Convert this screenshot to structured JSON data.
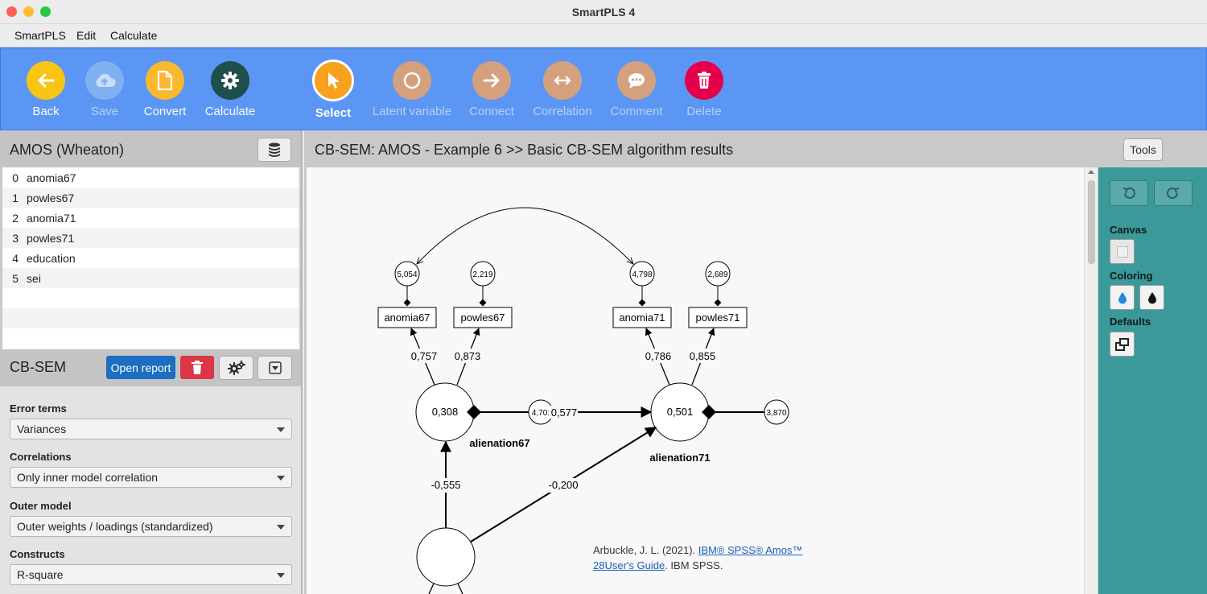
{
  "app": {
    "title": "SmartPLS 4"
  },
  "menu": [
    "SmartPLS",
    "Edit",
    "Calculate"
  ],
  "toolbar": {
    "back": "Back",
    "save": "Save",
    "convert": "Convert",
    "calculate": "Calculate",
    "select": "Select",
    "latent": "Latent variable",
    "connect": "Connect",
    "correlation": "Correlation",
    "comment": "Comment",
    "delete": "Delete"
  },
  "dataset": {
    "title": "AMOS (Wheaton)",
    "indicators": [
      {
        "num": "0",
        "name": "anomia67"
      },
      {
        "num": "1",
        "name": "powles67"
      },
      {
        "num": "2",
        "name": "anomia71"
      },
      {
        "num": "3",
        "name": "powles71"
      },
      {
        "num": "4",
        "name": "education"
      },
      {
        "num": "5",
        "name": "sei"
      }
    ]
  },
  "cbsem": {
    "title": "CB-SEM",
    "open_report": "Open report",
    "settings": [
      {
        "label": "Error terms",
        "value": "Variances"
      },
      {
        "label": "Correlations",
        "value": "Only inner model correlation"
      },
      {
        "label": "Outer model",
        "value": "Outer weights / loadings (standardized)"
      },
      {
        "label": "Constructs",
        "value": "R-square"
      }
    ]
  },
  "main": {
    "title": "CB-SEM: AMOS - Example 6 >> Basic CB-SEM algorithm results",
    "tools": "Tools"
  },
  "toolpanel": {
    "canvas": "Canvas",
    "coloring": "Coloring",
    "defaults": "Defaults"
  },
  "model": {
    "errors": [
      "5,054",
      "2,219",
      "4,798",
      "2,689"
    ],
    "indicators": [
      "anomia67",
      "powles67",
      "anomia71",
      "powles71"
    ],
    "loadings": [
      "0,757",
      "0,873",
      "0,786",
      "0,855"
    ],
    "constructs": [
      {
        "name": "alienation67",
        "value": "0,308"
      },
      {
        "name": "alienation71",
        "value": "0,501"
      }
    ],
    "res1": "4,70:",
    "res2": "3,870",
    "path_67_71": "0,577",
    "path_ses_67": "-0,555",
    "path_ses_71": "-0,200"
  },
  "citation": {
    "pre": "Arbuckle, J. L. (2021). ",
    "link": "IBM® SPSS® Amos™ 28User's Guide",
    "post": ". IBM SPSS."
  },
  "colors": {
    "toolbar_bg": "#5b96f4",
    "back": "#f9c514",
    "save": "#7fb0f0",
    "convert": "#f9b82e",
    "calculate": "#1f4f4d",
    "select": "#f7a11c",
    "latent": "#d4a07d",
    "delete": "#e5004b",
    "open_report": "#1b6ec2",
    "delete_btn": "#dc3545",
    "tool_panel": "#3b9999"
  }
}
